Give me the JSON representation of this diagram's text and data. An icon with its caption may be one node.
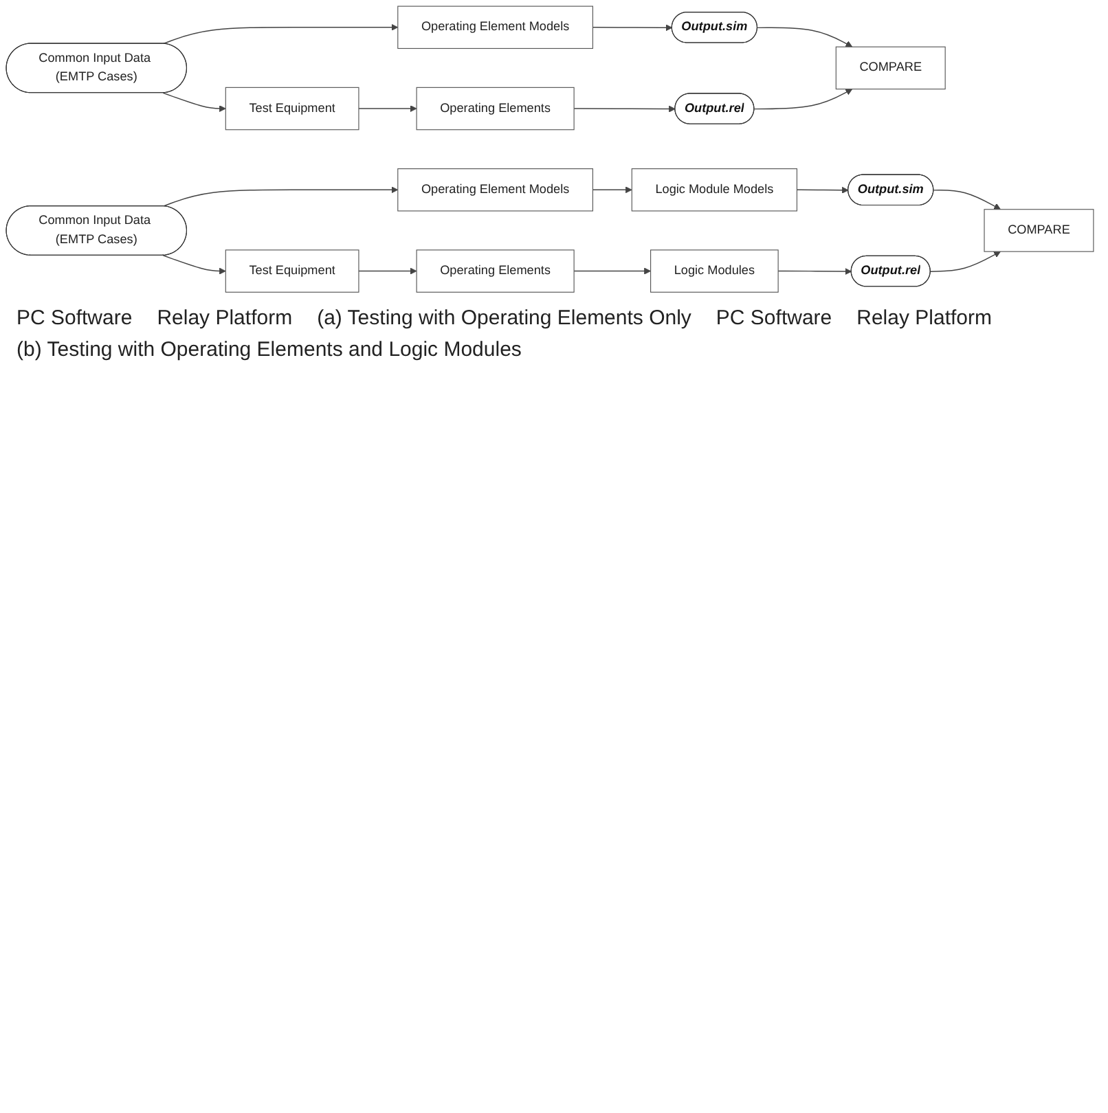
{
  "diagram": {
    "nodes": [
      {
        "text": [
          "Common Input Data (EMTP Cases)"
        ]
      },
      {
        "text": [
          "Operating Element Models"
        ]
      },
      {
        "text": [
          "Output.sim"
        ]
      },
      {
        "text": [
          "COMPARE"
        ]
      },
      {
        "text": [
          "Test Equipment"
        ]
      },
      {
        "text": [
          "Operating Elements"
        ]
      },
      {
        "text": [
          "Output.rel"
        ]
      },
      {
        "text": [
          "Common Input Data (EMTP Cases)"
        ]
      },
      {
        "text": [
          "Operating Element Models"
        ]
      },
      {
        "text": [
          "Logic Module Models"
        ]
      },
      {
        "text": [
          "Output.sim"
        ]
      },
      {
        "text": [
          "COMPARE"
        ]
      },
      {
        "text": [
          "Test Equipment"
        ]
      },
      {
        "text": [
          "Operating Elements"
        ]
      },
      {
        "text": [
          "Logic Modules"
        ]
      },
      {
        "text": [
          "Output.rel"
        ]
      }
    ],
    "edges": [
      {
        "from": 0,
        "to": 1,
        "arrow": "to"
      },
      {
        "from": 0,
        "to": 4,
        "arrow": "to"
      },
      {
        "from": 1,
        "to": 2,
        "arrow": "to"
      },
      {
        "from": 2,
        "to": 3,
        "arrow": "to"
      },
      {
        "from": 4,
        "to": 5,
        "arrow": "to"
      },
      {
        "from": 5,
        "to": 6,
        "arrow": "to"
      },
      {
        "from": 6,
        "to": 3,
        "arrow": "to"
      },
      {
        "from": 7,
        "to": 8,
        "arrow": "to"
      },
      {
        "from": 8,
        "to": 9,
        "arrow": "to"
      },
      {
        "from": 9,
        "to": 10,
        "arrow": "to"
      },
      {
        "from": 10,
        "to": 11,
        "arrow": "to"
      },
      {
        "from": 7,
        "to": 12,
        "arrow": "to"
      },
      {
        "from": 12,
        "to": 13,
        "arrow": "to"
      },
      {
        "from": 13,
        "to": 14,
        "arrow": "to"
      },
      {
        "from": 14,
        "to": 15,
        "arrow": "to"
      },
      {
        "from": 15,
        "to": 11,
        "arrow": "to"
      }
    ],
    "labels": [
      "PC Software",
      "Relay Platform",
      "(a) Testing with Operating Elements Only",
      "PC Software",
      "Relay Platform",
      "(b) Testing with Operating Elements and Logic Modules"
    ]
  }
}
